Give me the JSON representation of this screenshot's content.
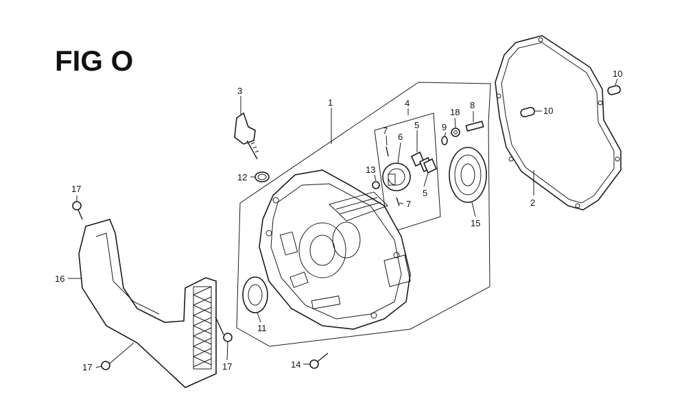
{
  "figure": {
    "title": "FIG O"
  },
  "callouts": [
    {
      "id": "c1",
      "label": "1"
    },
    {
      "id": "c2",
      "label": "2"
    },
    {
      "id": "c3",
      "label": "3"
    },
    {
      "id": "c4",
      "label": "4"
    },
    {
      "id": "c5a",
      "label": "5"
    },
    {
      "id": "c5b",
      "label": "5"
    },
    {
      "id": "c6",
      "label": "6"
    },
    {
      "id": "c7a",
      "label": "7"
    },
    {
      "id": "c7b",
      "label": "7"
    },
    {
      "id": "c8",
      "label": "8"
    },
    {
      "id": "c9",
      "label": "9"
    },
    {
      "id": "c10a",
      "label": "10"
    },
    {
      "id": "c10b",
      "label": "10"
    },
    {
      "id": "c11",
      "label": "11"
    },
    {
      "id": "c12",
      "label": "12"
    },
    {
      "id": "c13",
      "label": "13"
    },
    {
      "id": "c14",
      "label": "14"
    },
    {
      "id": "c15",
      "label": "15"
    },
    {
      "id": "c16",
      "label": "16"
    },
    {
      "id": "c17a",
      "label": "17"
    },
    {
      "id": "c17b",
      "label": "17"
    },
    {
      "id": "c17c",
      "label": "17"
    },
    {
      "id": "c18",
      "label": "18"
    }
  ]
}
